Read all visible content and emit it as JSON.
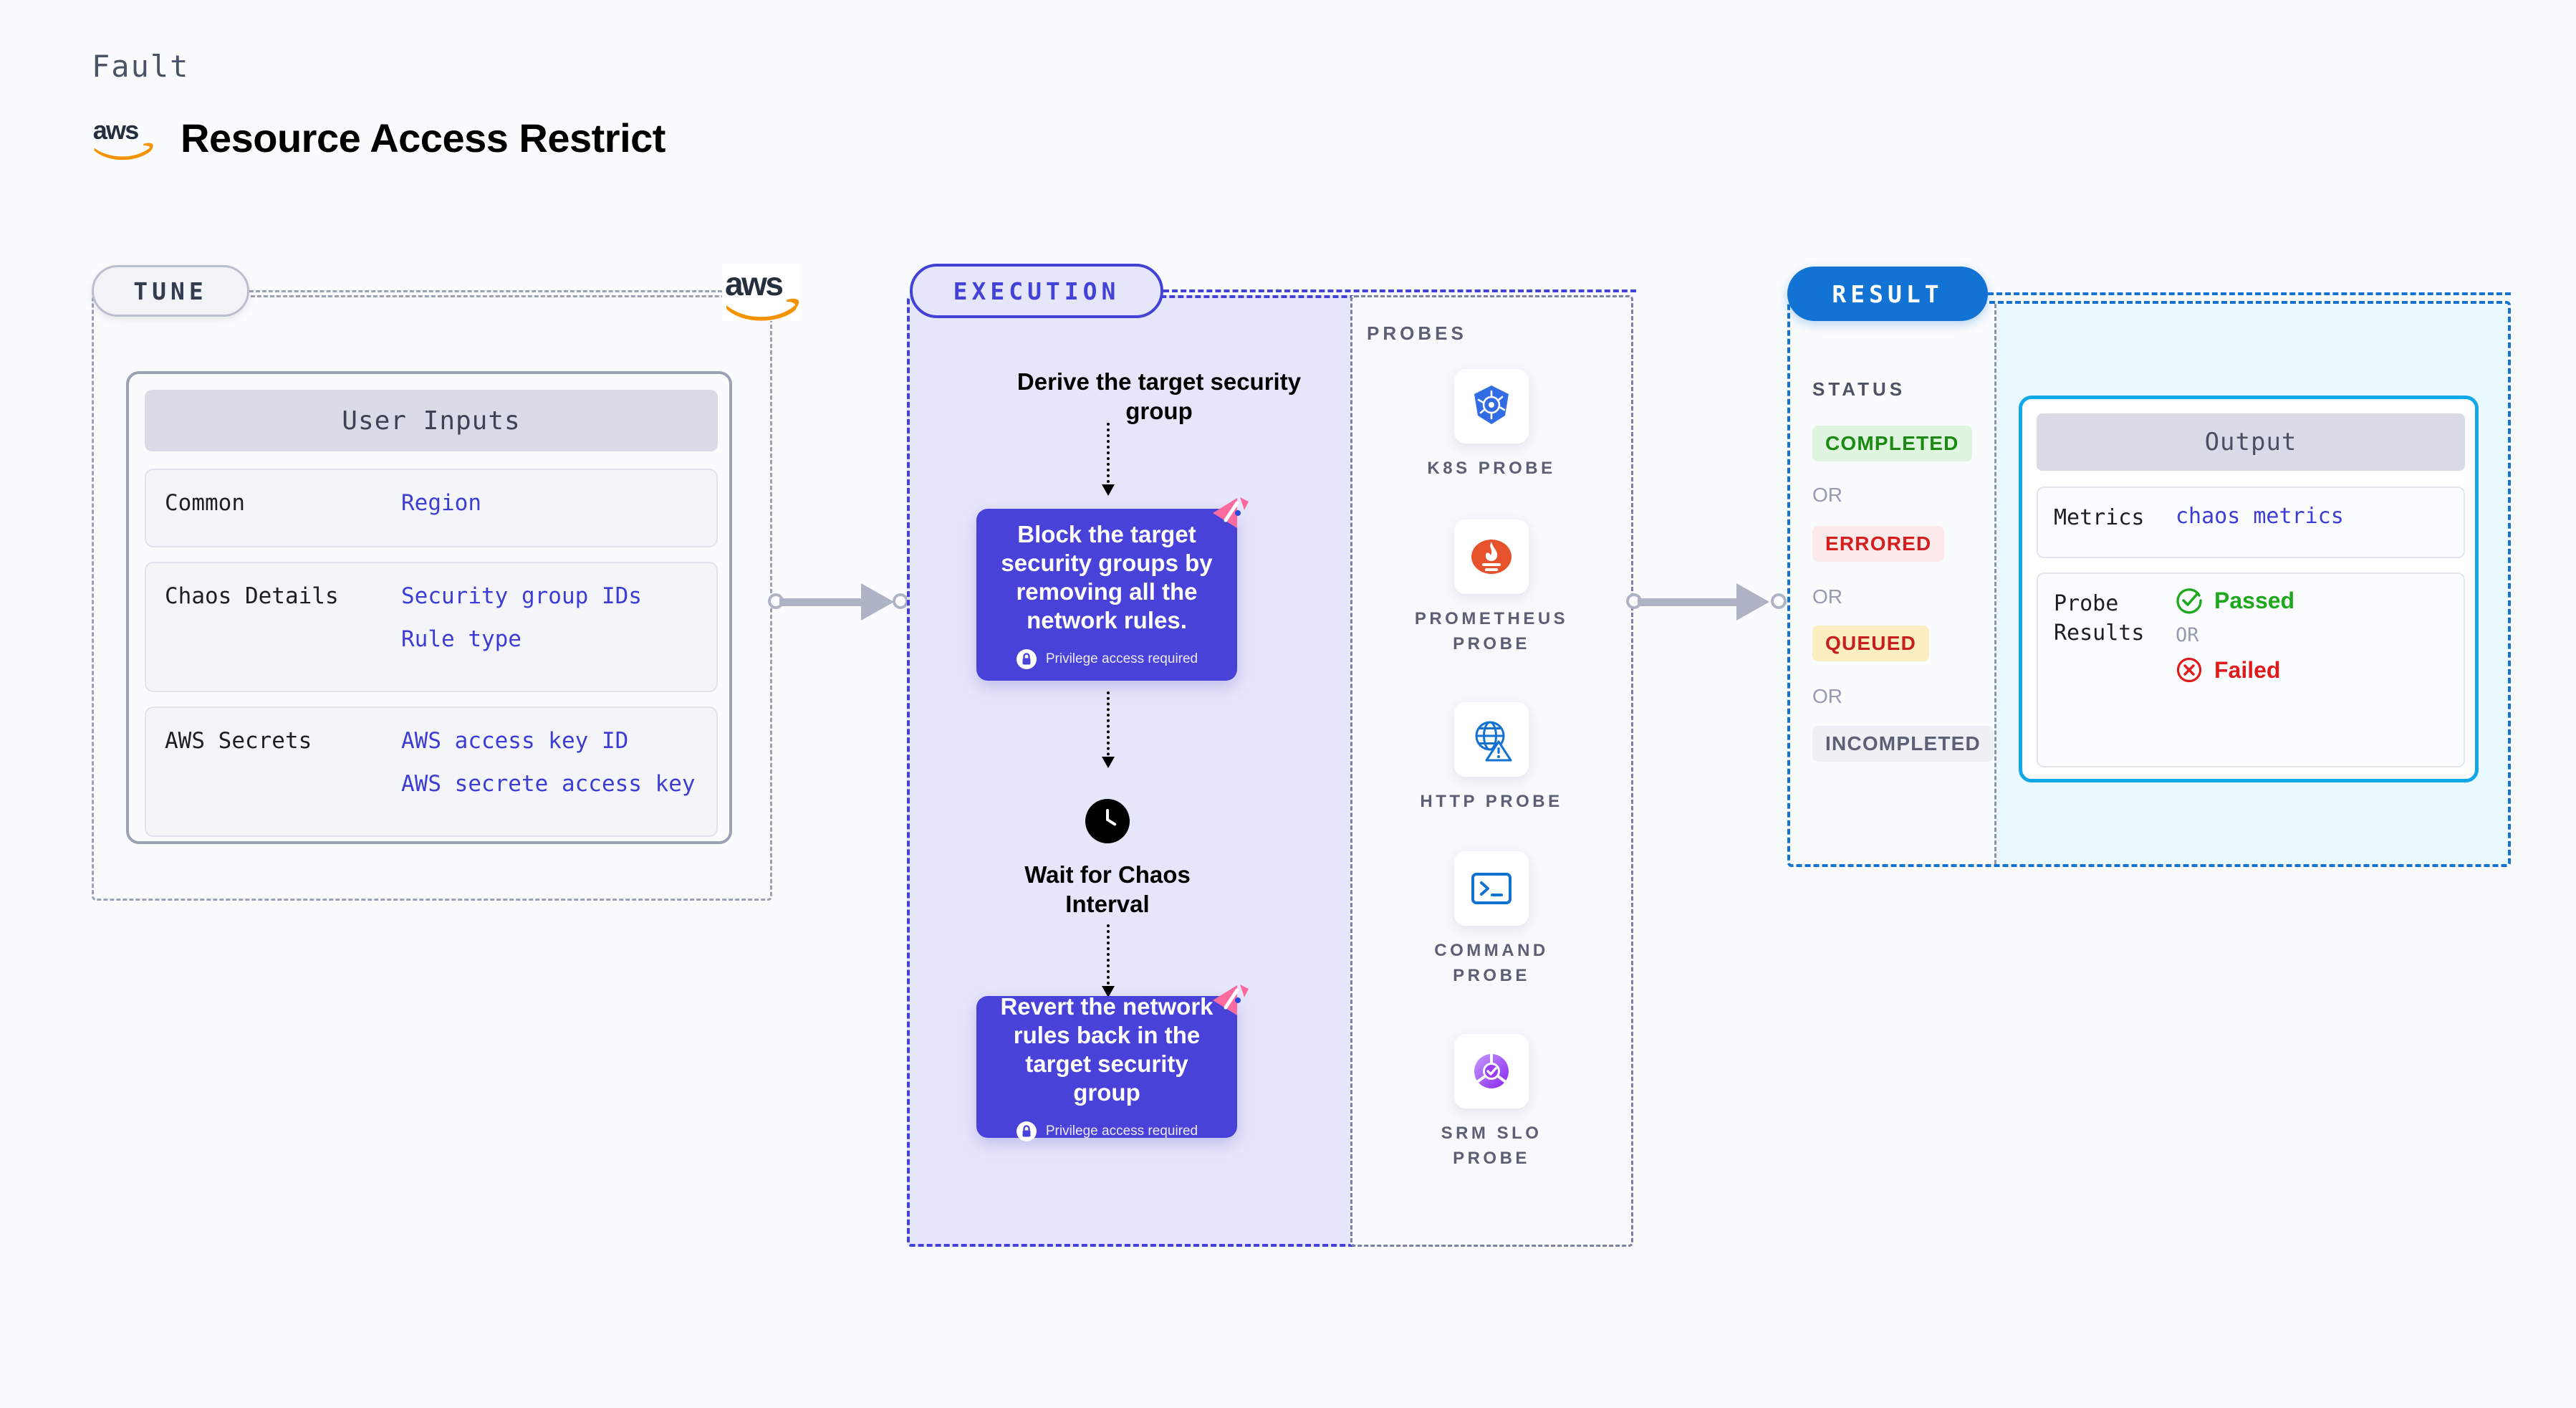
{
  "header": {
    "eyebrow": "Fault",
    "title": "Resource Access Restrict",
    "brand_icon": "aws-logo-icon"
  },
  "tune": {
    "pill_label": "TUNE",
    "brand_icon": "aws-logo-icon",
    "card": {
      "heading": "User Inputs",
      "rows": [
        {
          "key": "Common",
          "values": [
            "Region"
          ]
        },
        {
          "key": "Chaos Details",
          "values": [
            "Security group IDs",
            "Rule type"
          ]
        },
        {
          "key": "AWS Secrets",
          "values": [
            "AWS access key ID",
            "AWS secrete access key"
          ]
        }
      ]
    }
  },
  "execution": {
    "pill_label": "EXECUTION",
    "steps": [
      {
        "type": "title",
        "text": "Derive the target security group"
      },
      {
        "type": "action",
        "text": "Block the target security groups by removing all the network rules.",
        "note": "Privilege access required",
        "badge": "harness-logo-icon"
      },
      {
        "type": "wait",
        "text": "Wait for Chaos Interval",
        "icon": "clock-icon"
      },
      {
        "type": "action",
        "text": "Revert the network rules back in the target security group",
        "note": "Privilege access required",
        "badge": "harness-logo-icon"
      }
    ]
  },
  "probes": {
    "label": "PROBES",
    "items": [
      {
        "name": "K8S  PROBE",
        "icon": "kubernetes-icon"
      },
      {
        "name": "PROMETHEUS PROBE",
        "icon": "prometheus-icon"
      },
      {
        "name": "HTTP  PROBE",
        "icon": "http-globe-warning-icon"
      },
      {
        "name": "COMMAND PROBE",
        "icon": "terminal-icon"
      },
      {
        "name": "SRM  SLO PROBE",
        "icon": "srm-slo-icon"
      }
    ]
  },
  "result": {
    "pill_label": "RESULT",
    "status_label": "STATUS",
    "or_label": "OR",
    "statuses": [
      {
        "text": "COMPLETED",
        "bg": "#e0f5e0",
        "fg": "#1a8a12"
      },
      {
        "text": "ERRORED",
        "bg": "#fdeaea",
        "fg": "#d41f1f"
      },
      {
        "text": "QUEUED",
        "bg": "#fdeec2",
        "fg": "#c61f1f"
      },
      {
        "text": "INCOMPLETED",
        "bg": "#eff0f5",
        "fg": "#5b6075"
      }
    ],
    "output": {
      "heading": "Output",
      "metrics_key": "Metrics",
      "metrics_value": "chaos metrics",
      "probe_key": "Probe Results",
      "passed_label": "Passed",
      "or_label": "OR",
      "failed_label": "Failed",
      "passed_icon": "check-circle-icon",
      "failed_icon": "x-circle-icon"
    }
  },
  "colors": {
    "execution_accent": "#4342d6",
    "result_accent": "#1273d4",
    "output_border": "#11a8e8",
    "action_card": "#4842d9",
    "link_blue": "#3d3dd6",
    "harness_pink": "#fb6ba0",
    "aws_orange": "#f59400",
    "page_bg": "#fafbfd"
  }
}
